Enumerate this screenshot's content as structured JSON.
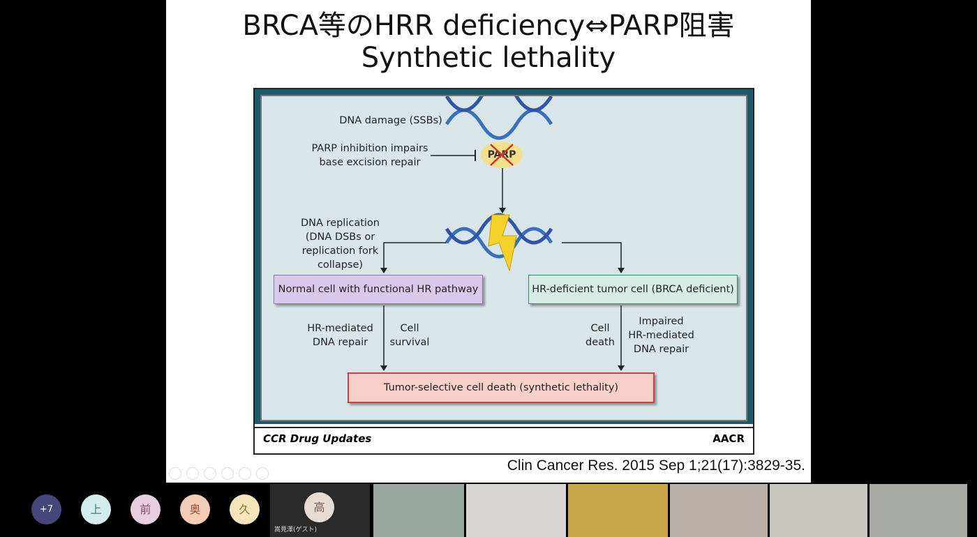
{
  "slide": {
    "title_line1": "BRCA等のHRR deficiency⇔PARP阻害",
    "title_line2": "Synthetic lethality",
    "citation": "Clin Cancer Res. 2015 Sep 1;21(17):3829-35."
  },
  "figure": {
    "dna_damage": "DNA damage (SSBs)",
    "parp_inhibition": [
      "PARP inhibition impairs",
      "base excision repair"
    ],
    "parp": "PARP",
    "replication": [
      "DNA replication",
      "(DNA DSBs or",
      "replication fork",
      "collapse)"
    ],
    "normal_cell": "Normal cell with functional HR pathway",
    "tumor_cell": "HR-deficient tumor cell (BRCA deficient)",
    "hr_repair": [
      "HR-mediated",
      "DNA repair"
    ],
    "cell_survival": [
      "Cell",
      "survival"
    ],
    "cell_death": [
      "Cell",
      "death"
    ],
    "impaired": [
      "Impaired",
      "HR-mediated",
      "DNA repair"
    ],
    "result": "Tumor-selective cell death (synthetic lethality)",
    "footer_left": "CCR Drug Updates",
    "footer_right": "AACR"
  },
  "participants": {
    "more": "+7",
    "avatars": [
      "上",
      "前",
      "奥",
      "久"
    ],
    "guest_initial": "高",
    "guest_name": "嵩見澤(ゲスト)"
  },
  "colors": {
    "normal_box": "#d8c8ea",
    "tumor_box": "#d6ece4",
    "result_box": "#f6cfc8",
    "avatar_more": "#45467a"
  }
}
